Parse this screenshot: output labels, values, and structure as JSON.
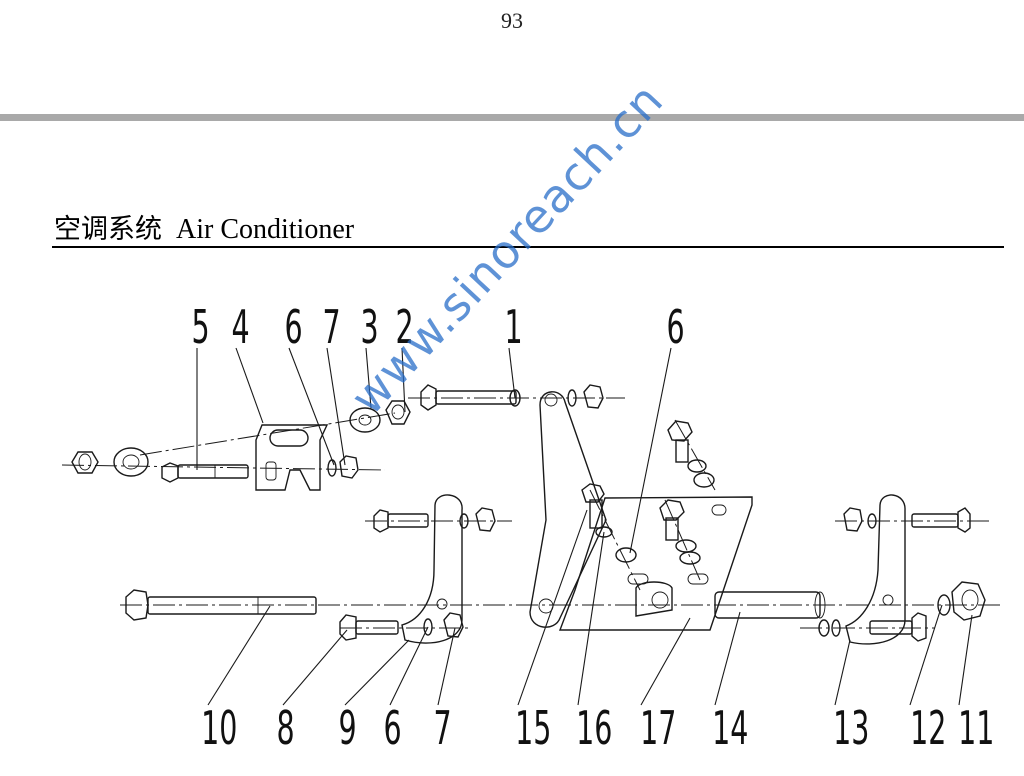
{
  "page_number": "93",
  "title": {
    "chinese": "空调系统",
    "english": "Air Conditioner"
  },
  "watermark": "www.sinoreach.cn",
  "callouts_top": [
    "5",
    "4",
    "6",
    "7",
    "3",
    "2",
    "1",
    "6"
  ],
  "callouts_bottom": [
    "10",
    "8",
    "9",
    "6",
    "7",
    "15",
    "16",
    "17",
    "14",
    "13",
    "12",
    "11"
  ]
}
